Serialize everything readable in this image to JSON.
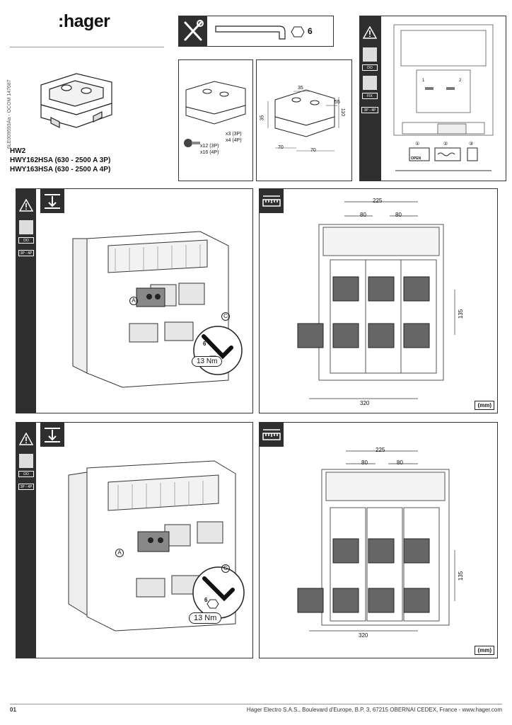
{
  "brand": {
    "logo": ":hager"
  },
  "doc_code": "6LE009593Aa - OCOM 147687",
  "product": {
    "family": "HW2",
    "line1": "HWY162HSA (630 - 2500 A 3P)",
    "line2": "HWY163HSA (630 - 2500 A 4P)"
  },
  "tools": {
    "hex_size": "6"
  },
  "kit": {
    "qty_3p_screws": "x12 (3P)",
    "qty_4p_screws": "x16 (4P)",
    "qty_3p_blocks": "x3 (3P)",
    "qty_4p_blocks": "x4 (4P)"
  },
  "dims_block": {
    "d35": "35",
    "d55": "55",
    "d110": "110",
    "d35v": "35",
    "d70a": "70",
    "d70b": "70"
  },
  "reference": {
    "badge_do": "DO",
    "badge_fix": "FIX",
    "badge_poles": "3P - 4P",
    "open_label": "OPEN",
    "marker1": "1",
    "marker2": "2",
    "step1": "①",
    "step2": "②",
    "step3": "③"
  },
  "panels": {
    "badge_do": "DO",
    "badge_poles": "3P - 4P",
    "callout_a": "A",
    "callout_c": "C",
    "torque_hex": "6",
    "torque": "13 Nm"
  },
  "dims_main": {
    "d225": "225",
    "d80a": "80",
    "d80b": "80",
    "d135": "135",
    "d320": "320",
    "unit": "(mm)"
  },
  "footer": {
    "page": "01",
    "address": "Hager Electro S.A.S., Boulevard d'Europe, B.P. 3, 67215 OBERNAI CEDEX, France - www.hager.com"
  }
}
